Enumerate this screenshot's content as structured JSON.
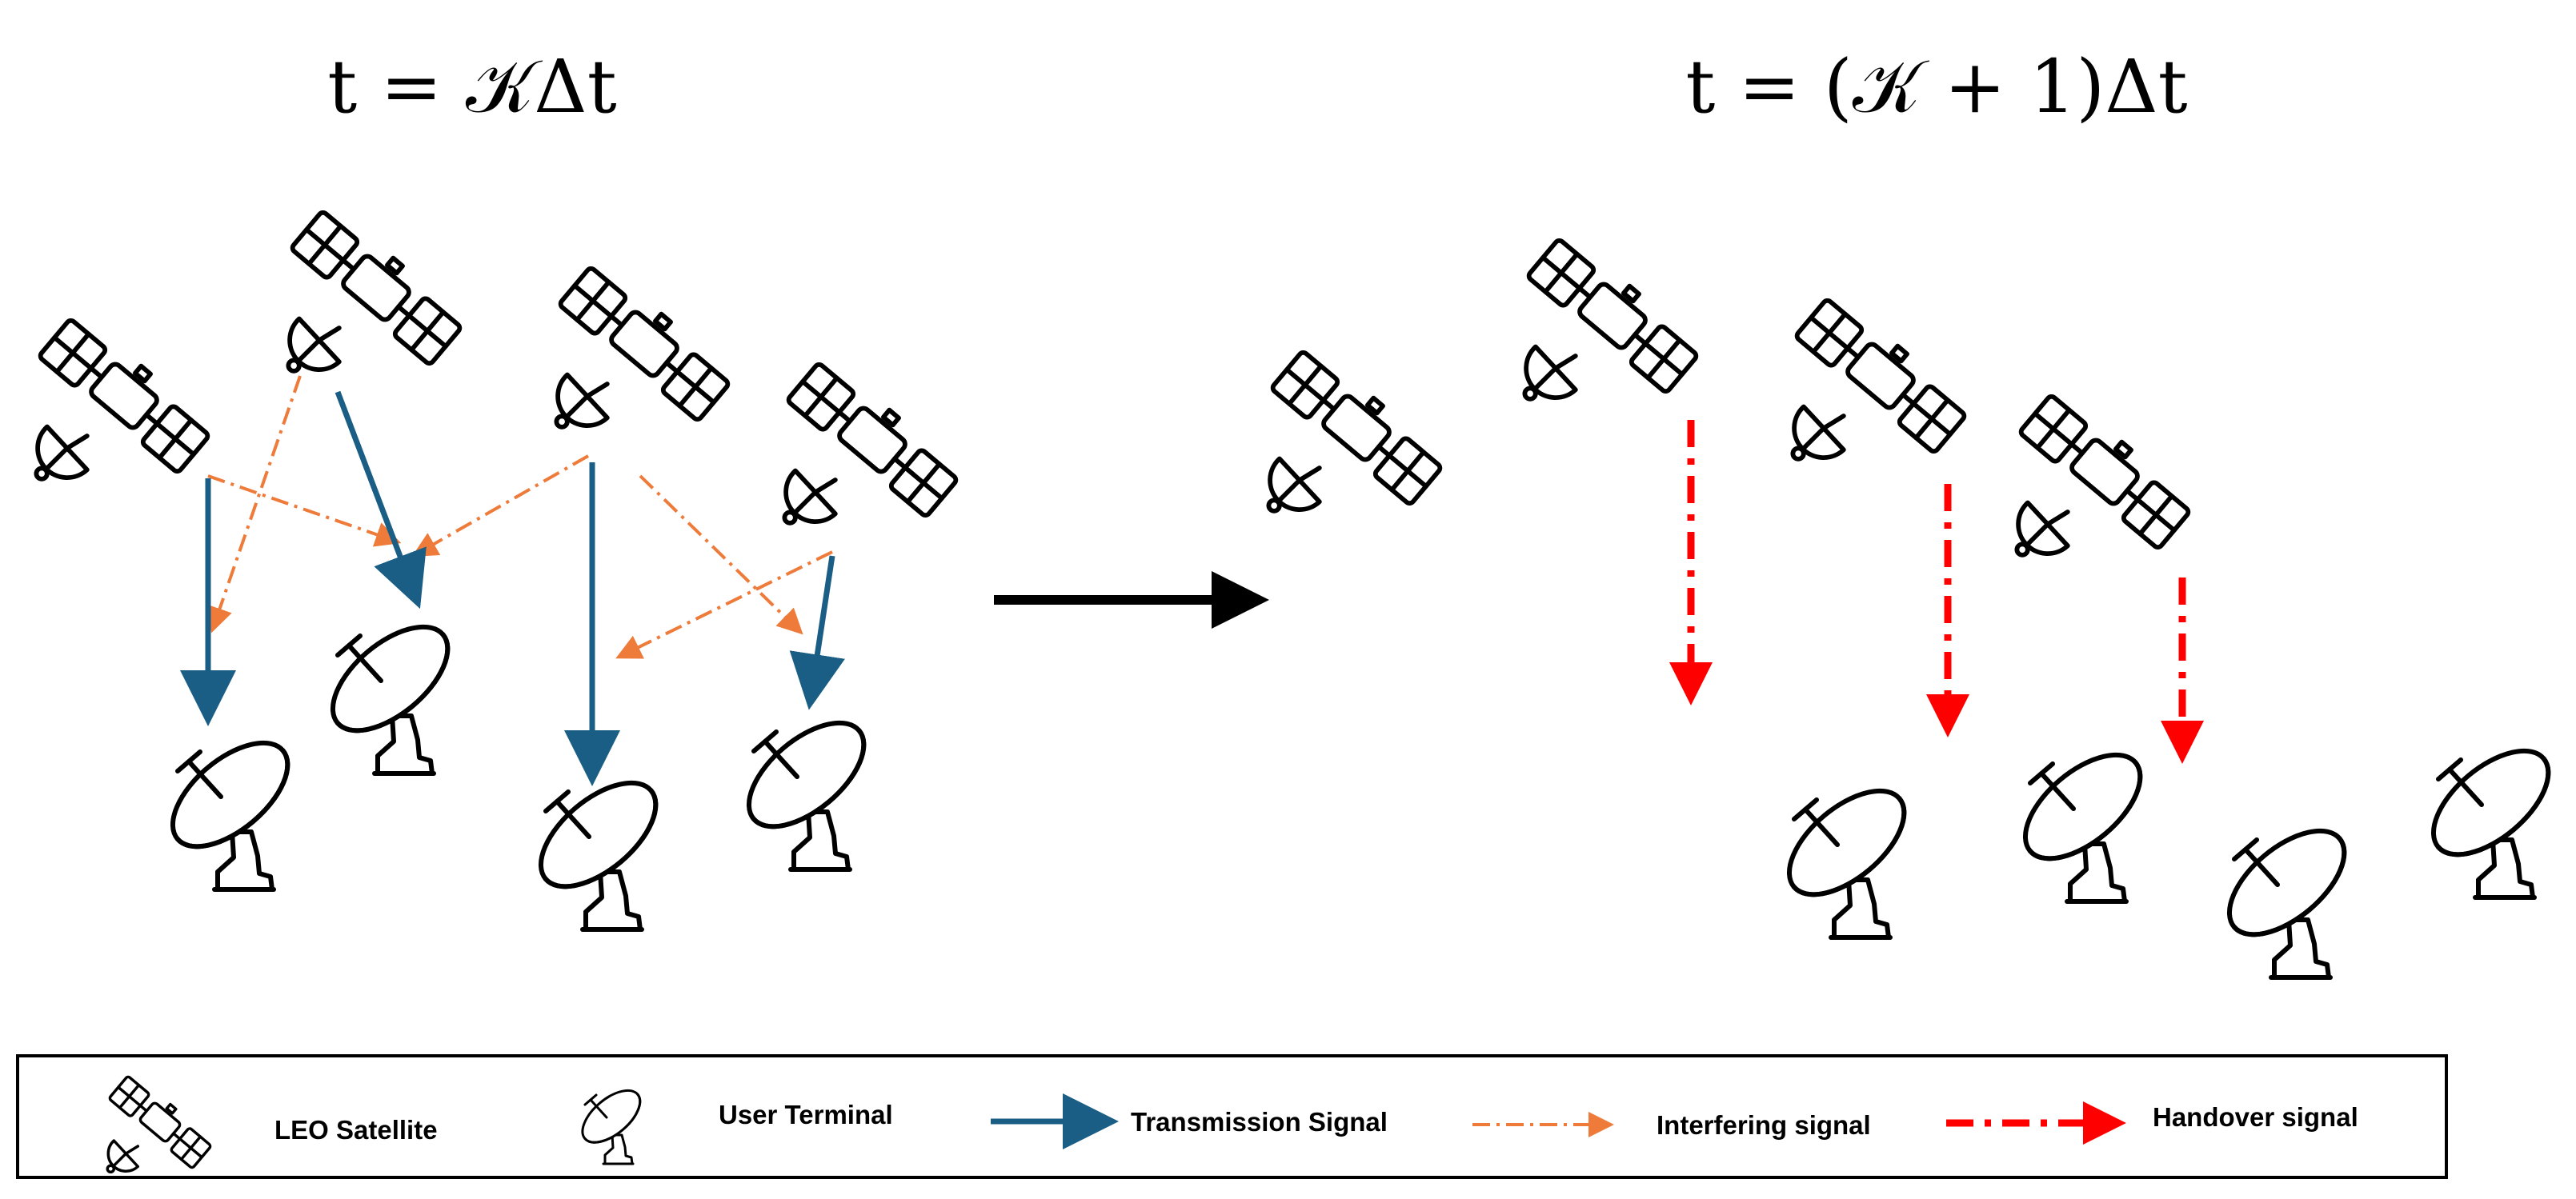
{
  "titles": {
    "left": "t = 𝒦Δt",
    "right": "t = (𝒦 + 1)Δt"
  },
  "legend": {
    "satellite": "LEO Satellite",
    "terminal": "User Terminal",
    "transmission": "Transmission Signal",
    "interfering": "Interfering signal",
    "handover": "Handover signal"
  },
  "colors": {
    "transmission": "#1b5e85",
    "interfering": "#ee7b3a",
    "handover": "#ff0000",
    "transition_arrow": "#000000"
  },
  "icons": {
    "satellite": "satellite-icon",
    "terminal": "dish-antenna-icon"
  }
}
